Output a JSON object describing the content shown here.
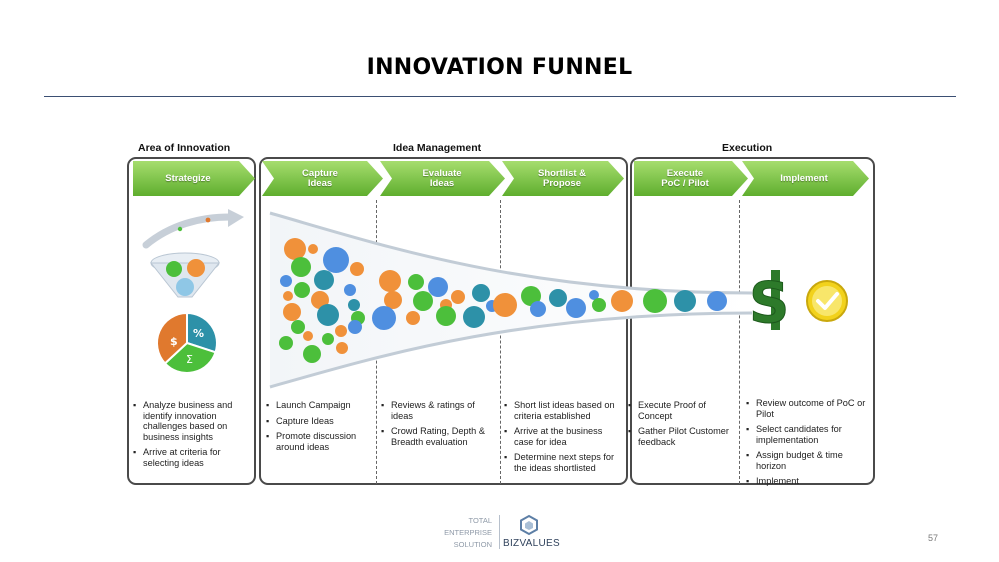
{
  "title": "INNOVATION FUNNEL",
  "sections": {
    "area": "Area of Innovation",
    "idea": "Idea Management",
    "execution": "Execution"
  },
  "stages": [
    "Strategize",
    "Capture\nIdeas",
    "Evaluate\nIdeas",
    "Shortlist &\nPropose",
    "Execute\nPoC / Pilot",
    "Implement"
  ],
  "icons": {
    "strategize": [
      "curved-arrow-icon",
      "funnel-icon",
      "pie-chart-icon"
    ],
    "implement": [
      "dollar-sign-icon",
      "checkmark-icon"
    ],
    "pie_symbols": [
      "$",
      "%",
      "Σ"
    ]
  },
  "colors": {
    "stage_green": "#7cc243",
    "bubble_orange": "#f0913a",
    "bubble_green": "#4cbf3b",
    "bubble_teal": "#2d91a8",
    "bubble_blue": "#4f8fe0",
    "dollar_green": "#2d7a2a",
    "check_yellow": "#f2d21c"
  },
  "bullets": {
    "strategize": [
      "Analyze business and identify innovation challenges based on business insights",
      "Arrive at criteria for selecting ideas"
    ],
    "capture": [
      "Launch Campaign",
      "Capture Ideas",
      "Promote discussion around ideas"
    ],
    "evaluate": [
      "Reviews & ratings of ideas",
      "Crowd Rating, Depth & Breadth evaluation"
    ],
    "shortlist": [
      "Short list ideas based on criteria established",
      "Arrive at the business case for idea",
      "Determine next steps for the ideas shortlisted"
    ],
    "execute": [
      "Execute Proof of Concept",
      "Gather Pilot Customer feedback"
    ],
    "implement": [
      "Review outcome of PoC or Pilot",
      "Select candidates for implementation",
      "Assign budget & time horizon",
      "Implement"
    ]
  },
  "footer": {
    "tagline": "TOTAL\nENTERPRISE\nSOLUTION",
    "brand": "BIZVALUES",
    "page_number": "57"
  }
}
